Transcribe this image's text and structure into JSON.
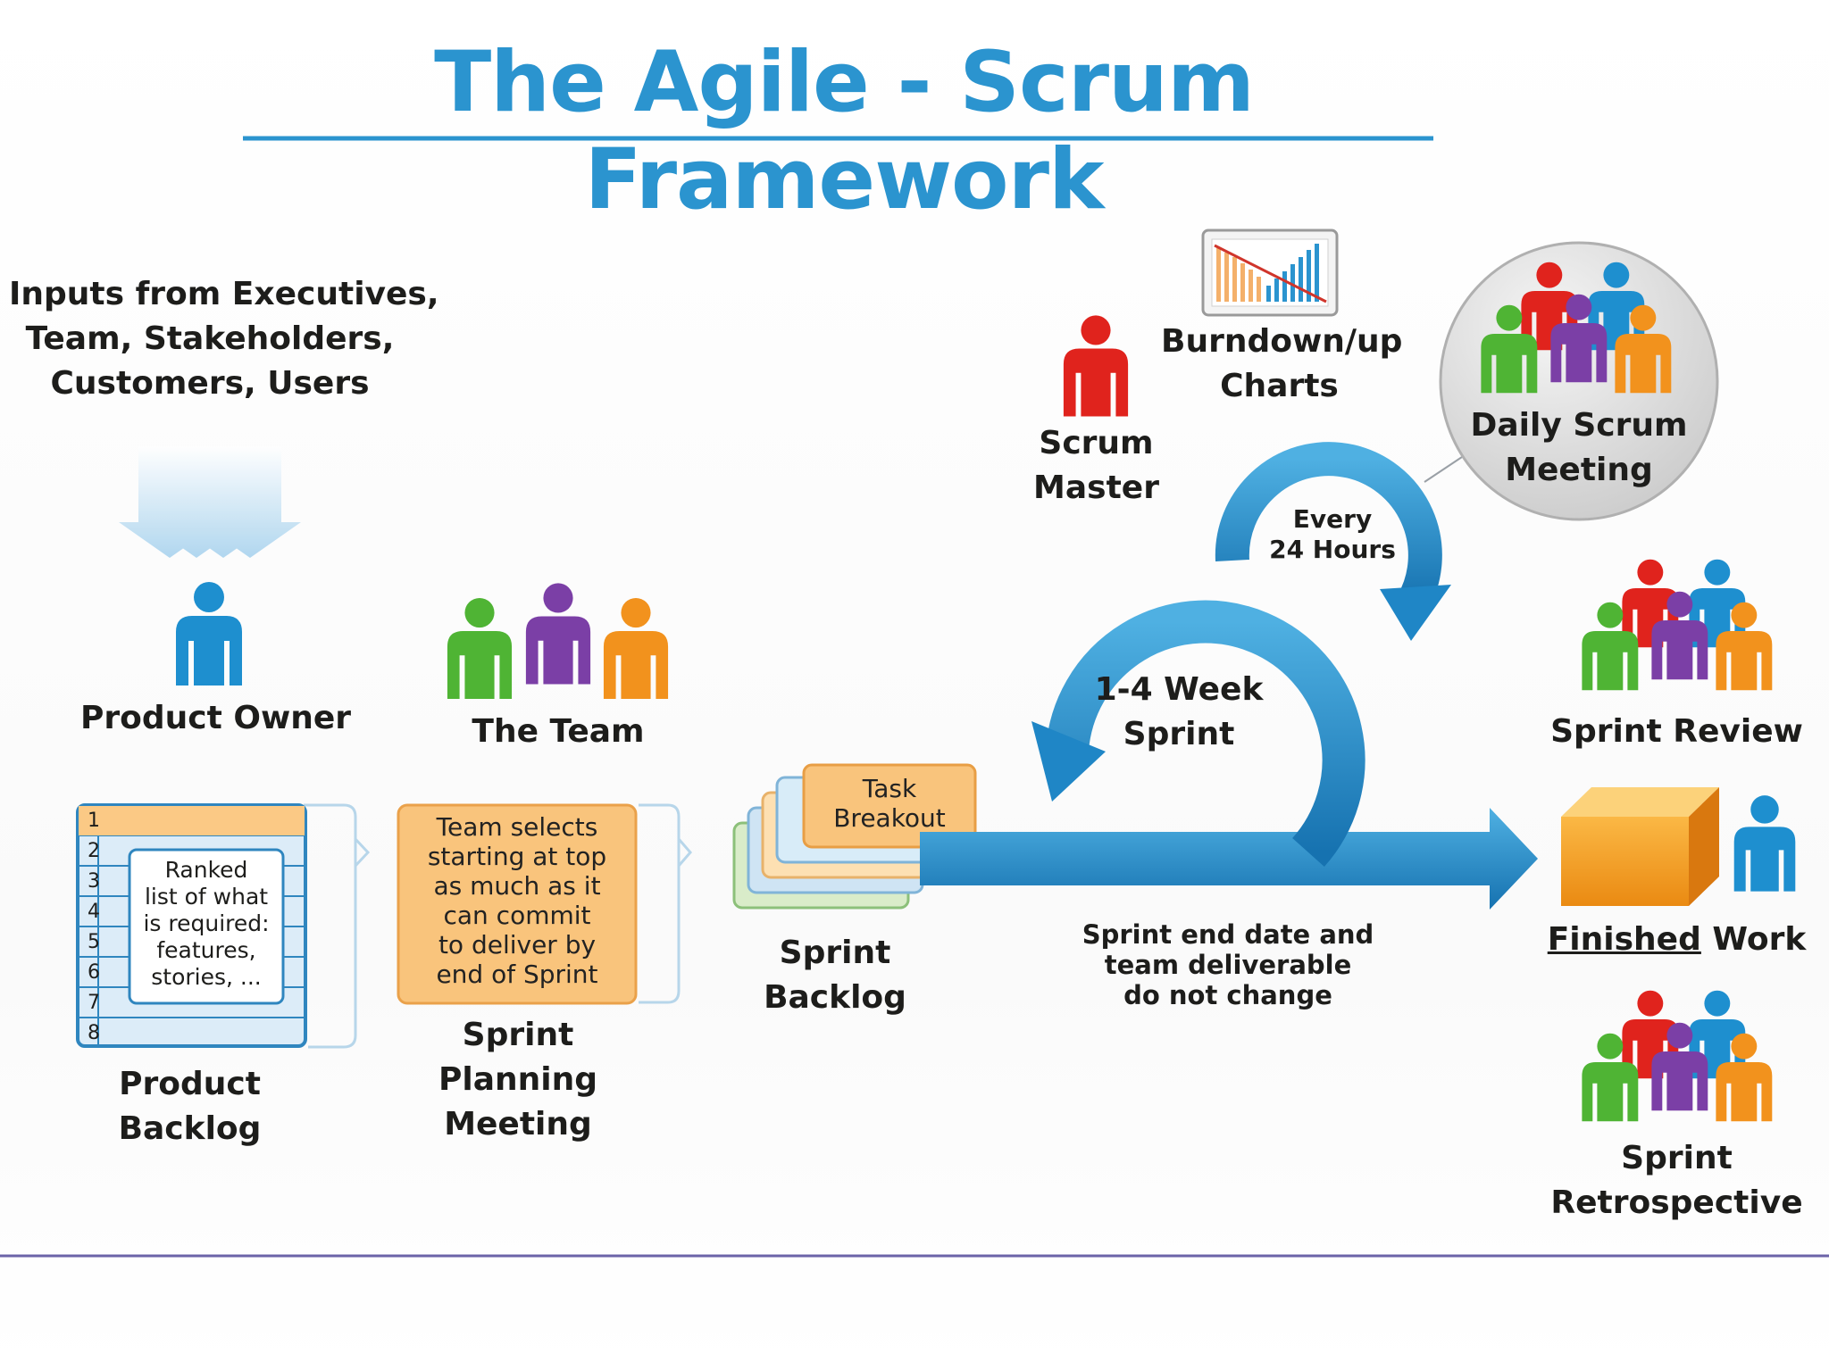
{
  "title": "The Agile - Scrum Framework",
  "inputs": {
    "line1": "Inputs from Executives,",
    "line2": "Team, Stakeholders,",
    "line3": "Customers, Users"
  },
  "product_owner": "Product Owner",
  "the_team": "The Team",
  "product_backlog": {
    "numbers": [
      "1",
      "2",
      "3",
      "4",
      "5",
      "6",
      "7",
      "8"
    ],
    "note": [
      "Ranked",
      "list of what",
      "is required:",
      "features,",
      "stories, ..."
    ],
    "label1": "Product",
    "label2": "Backlog"
  },
  "sprint_planning": {
    "note": [
      "Team selects",
      "starting at top",
      "as much as it",
      "can commit",
      "to deliver by",
      "end of Sprint"
    ],
    "label1": "Sprint",
    "label2": "Planning",
    "label3": "Meeting"
  },
  "sprint_backlog": {
    "card1": "Task",
    "card2": "Breakout",
    "label1": "Sprint",
    "label2": "Backlog"
  },
  "sprint_cycle": {
    "line1": "1-4 Week",
    "line2": "Sprint"
  },
  "daily_cycle": {
    "line1": "Every",
    "line2": "24 Hours"
  },
  "scrum_master": {
    "line1": "Scrum",
    "line2": "Master"
  },
  "burndown": {
    "line1": "Burndown/up",
    "line2": "Charts"
  },
  "daily_scrum": {
    "line1": "Daily Scrum",
    "line2": "Meeting"
  },
  "sprint_end": {
    "line1": "Sprint end date and",
    "line2": "team deliverable",
    "line3": "do not change"
  },
  "sprint_review": "Sprint Review",
  "finished_work": {
    "word1": "Finished",
    "word2": "Work"
  },
  "sprint_retrospective": {
    "line1": "Sprint",
    "line2": "Retrospective"
  },
  "colors": {
    "title": "#2b94cf",
    "arrow_blue": "#1f86c6",
    "person_blue": "#1e8fcf",
    "person_red": "#e0231d",
    "person_green": "#4fb434",
    "person_purple": "#7b3fa6",
    "person_orange": "#f2921d",
    "card_orange": "#f9c47c",
    "footer_line": "#6b63a8"
  }
}
